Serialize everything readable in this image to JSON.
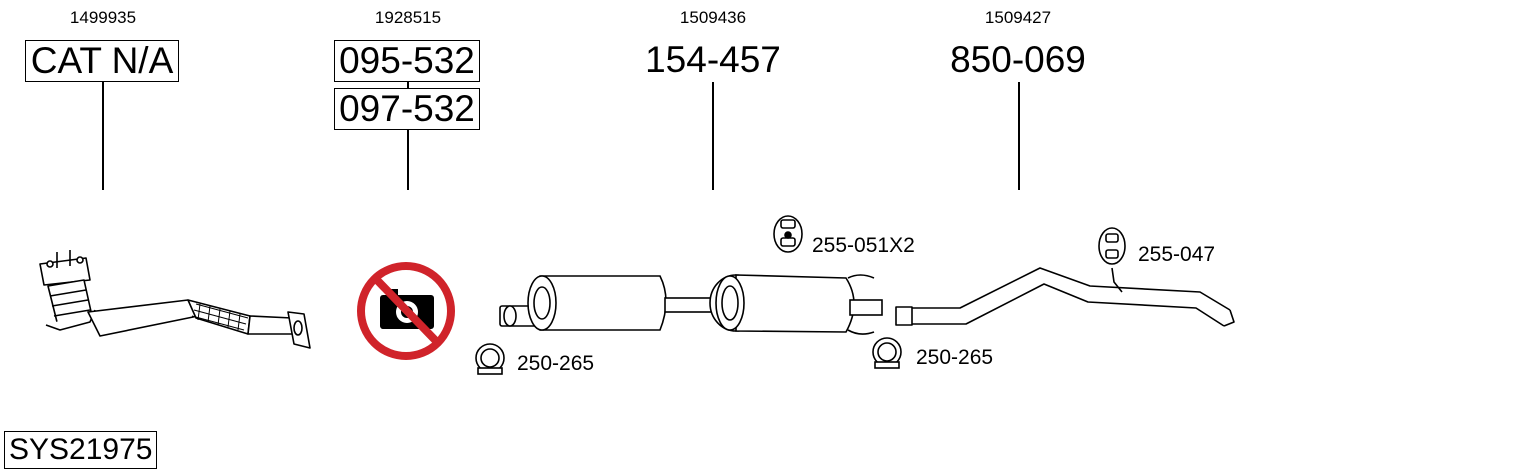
{
  "columns": [
    {
      "ref": "1499935",
      "parts": [
        "CAT N/A"
      ]
    },
    {
      "ref": "1928515",
      "parts": [
        "095-532",
        "097-532"
      ]
    },
    {
      "ref": "1509436",
      "parts": [
        "154-457"
      ]
    },
    {
      "ref": "1509427",
      "parts": [
        "850-069"
      ]
    }
  ],
  "fittings": {
    "clamp_left": "250-265",
    "hanger_top": "255-051X2",
    "clamp_right": "250-265",
    "hanger_right": "255-047"
  },
  "system_code": "SYS21975",
  "icons": {
    "not_available": "no-camera-icon",
    "clamp": "clamp-icon",
    "hanger": "rubber-hanger-icon"
  },
  "colors": {
    "prohibition": "#d0232a",
    "line": "#000000",
    "fill": "#ffffff"
  }
}
